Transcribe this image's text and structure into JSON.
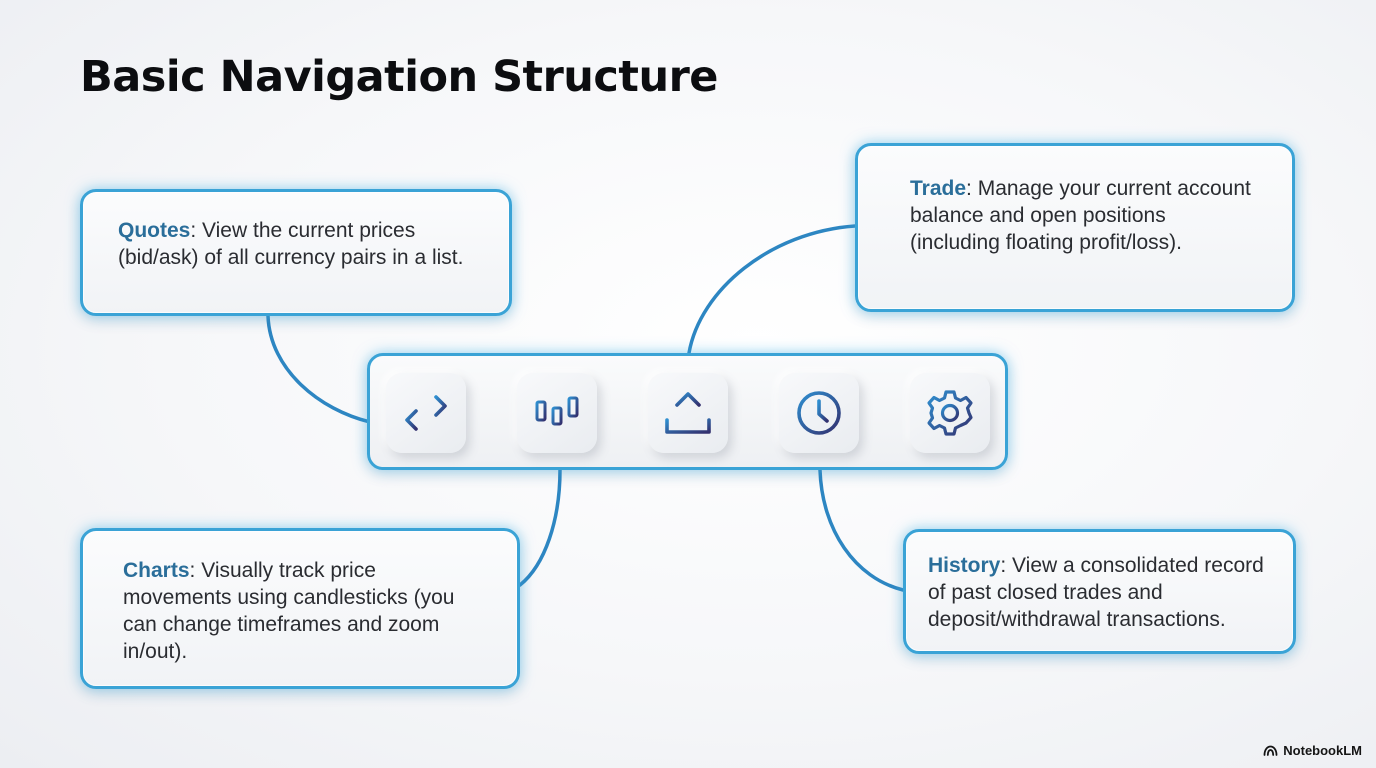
{
  "title": "Basic Navigation Structure",
  "colors": {
    "accent": "#3aa3d6",
    "term": "#2a6e9a",
    "connector": "#2d86c2",
    "icon": "#2b2f66"
  },
  "cards": {
    "quotes": {
      "term": "Quotes",
      "text": ": View the current prices (bid/ask) of all currency pairs in a list."
    },
    "trade": {
      "term": "Trade",
      "text": ": Manage your current account balance and open positions (including floating profit/loss)."
    },
    "charts": {
      "term": "Charts",
      "text": ": Visually track price movements using candlesticks (you can change timeframes and zoom in/out)."
    },
    "history": {
      "term": "History",
      "text": ": View a consolidated record of past closed trades and deposit/withdrawal transactions."
    }
  },
  "nav": {
    "items": [
      {
        "icon": "swap-arrows-icon"
      },
      {
        "icon": "candlestick-chart-icon"
      },
      {
        "icon": "upload-icon"
      },
      {
        "icon": "clock-icon"
      },
      {
        "icon": "gear-icon"
      }
    ]
  },
  "brand": {
    "label": "NotebookLM",
    "icon": "notebooklm-logo-icon"
  }
}
